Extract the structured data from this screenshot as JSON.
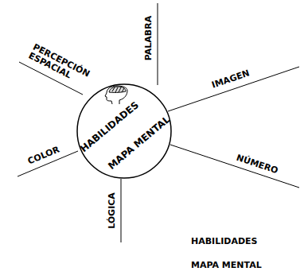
{
  "diagram": {
    "nodes": [
      {
        "text": [
          "HABILIDADES",
          "MAPA MENTAL"
        ]
      }
    ],
    "labels": [
      "PALABRA",
      "IMAGEN",
      "NÚMERO",
      "LÓGICA",
      "COLOR",
      "PERCEPCIÓN ESPACIAL",
      "HABILIDADES",
      "MAPA MENTAL"
    ]
  }
}
